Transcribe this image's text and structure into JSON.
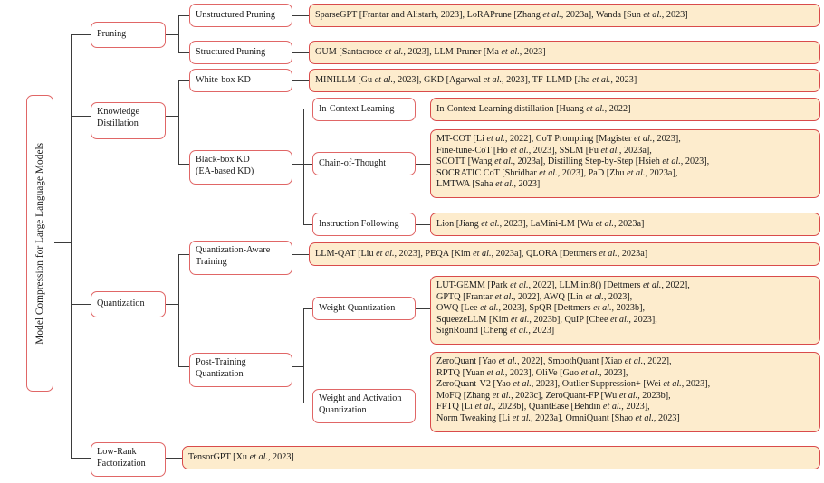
{
  "figure": {
    "type": "taxonomy-tree",
    "root": "Model Compression for Large Language Models",
    "colors": {
      "leaf_fill": "#fdeccd",
      "leaf_border": "#d94b4b",
      "node_border": "#e06666",
      "node_fill": "#ffffff",
      "line": "#3b3b3b",
      "text": "#1a1a1a"
    }
  },
  "categories": {
    "pruning": "Pruning",
    "knowledge_distillation": "Knowledge\nDistillation",
    "quantization": "Quantization",
    "low_rank_factorization": "Low-Rank\nFactorization"
  },
  "subcategories": {
    "unstructured_pruning": "Unstructured Pruning",
    "structured_pruning": "Structured Pruning",
    "white_box_kd": "White-box KD",
    "black_box_kd": "Black-box KD\n(EA-based KD)",
    "in_context_learning": "In-Context Learning",
    "chain_of_thought": "Chain-of-Thought",
    "instruction_following": "Instruction Following",
    "quantization_aware_training": "Quantization-Aware\nTraining",
    "post_training_quantization": "Post-Training\nQuantization",
    "weight_quantization": "Weight Quantization",
    "weight_and_activation_quantization": "Weight and Activation\nQuantization"
  },
  "leaves": {
    "unstructured_pruning": "SparseGPT [Frantar and Alistarh, 2023], LoRAPrune [Zhang et al., 2023a], Wanda [Sun et al., 2023]",
    "structured_pruning": "GUM [Santacroce et al., 2023], LLM-Pruner [Ma et al., 2023]",
    "white_box_kd": "MINILLM [Gu et al., 2023], GKD [Agarwal et al., 2023], TF-LLMD [Jha et al., 2023]",
    "in_context_learning": "In-Context Learning distillation [Huang et al., 2022]",
    "chain_of_thought": "MT-COT [Li et al., 2022], CoT Prompting [Magister et al., 2023],\nFine-tune-CoT [Ho et al., 2023], SSLM [Fu et al., 2023a],\nSCOTT [Wang et al., 2023a], Distilling Step-by-Step [Hsieh et al., 2023],\nSOCRATIC CoT [Shridhar et al., 2023], PaD [Zhu et al., 2023a],\nLMTWA [Saha et al., 2023]",
    "instruction_following": "Lion [Jiang et al., 2023], LaMini-LM [Wu et al., 2023a]",
    "quantization_aware_training": "LLM-QAT [Liu et al., 2023], PEQA [Kim et al., 2023a], QLORA [Dettmers et al., 2023a]",
    "weight_quantization": "LUT-GEMM [Park et al., 2022], LLM.int8() [Dettmers et al., 2022],\nGPTQ [Frantar et al., 2022], AWQ [Lin et al., 2023],\nOWQ [Lee et al., 2023], SpQR [Dettmers et al., 2023b],\nSqueezeLLM [Kim et al., 2023b], QuIP [Chee et al., 2023],\nSignRound [Cheng et al., 2023]",
    "weight_and_activation_quantization": "ZeroQuant [Yao et al., 2022], SmoothQuant [Xiao et al., 2022],\nRPTQ [Yuan et al., 2023], OliVe [Guo et al., 2023],\nZeroQuant-V2 [Yao et al., 2023], Outlier Suppression+ [Wei et al., 2023],\nMoFQ [Zhang et al., 2023c], ZeroQuant-FP [Wu et al., 2023b],\nFPTQ [Li et al., 2023b], QuantEase [Behdin et al., 2023],\nNorm Tweaking [Li et al., 2023a], OmniQuant [Shao et al., 2023]",
    "low_rank_factorization": "TensorGPT [Xu et al., 2023]"
  }
}
